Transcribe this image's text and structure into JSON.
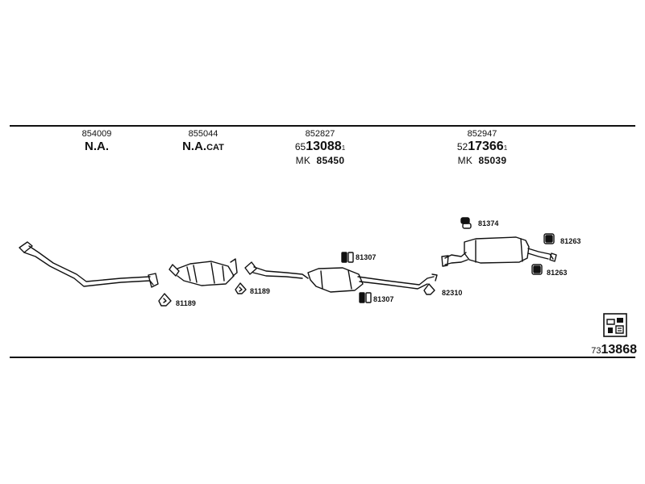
{
  "columns": [
    {
      "code": "854009",
      "name": "N.A.",
      "name_suffix": ""
    },
    {
      "code": "855044",
      "name": "N.A.",
      "name_suffix": "CAT"
    },
    {
      "code": "852827",
      "prefix": "65",
      "main": "13088",
      "sup": "1",
      "mk_label": "MK",
      "mk_number": "85450"
    },
    {
      "code": "852947",
      "prefix": "52",
      "main": "17366",
      "sup": "1",
      "mk_label": "MK",
      "mk_number": "85039"
    }
  ],
  "labels": {
    "front_gasket": "81189",
    "cat_gasket": "81189",
    "mid_hanger_top": "81307",
    "mid_hanger_bottom": "81307",
    "rear_clamp": "82310",
    "rear_hanger": "81374",
    "tail_hanger_top": "81263",
    "tail_hanger_bottom": "81263"
  },
  "footer": {
    "prefix": "73",
    "main": "13868"
  },
  "icons": [
    "exhaust-pipe-icon",
    "catalytic-converter-icon",
    "gasket-icon",
    "rubber-hanger-icon",
    "clamp-icon",
    "catalog-icon"
  ]
}
